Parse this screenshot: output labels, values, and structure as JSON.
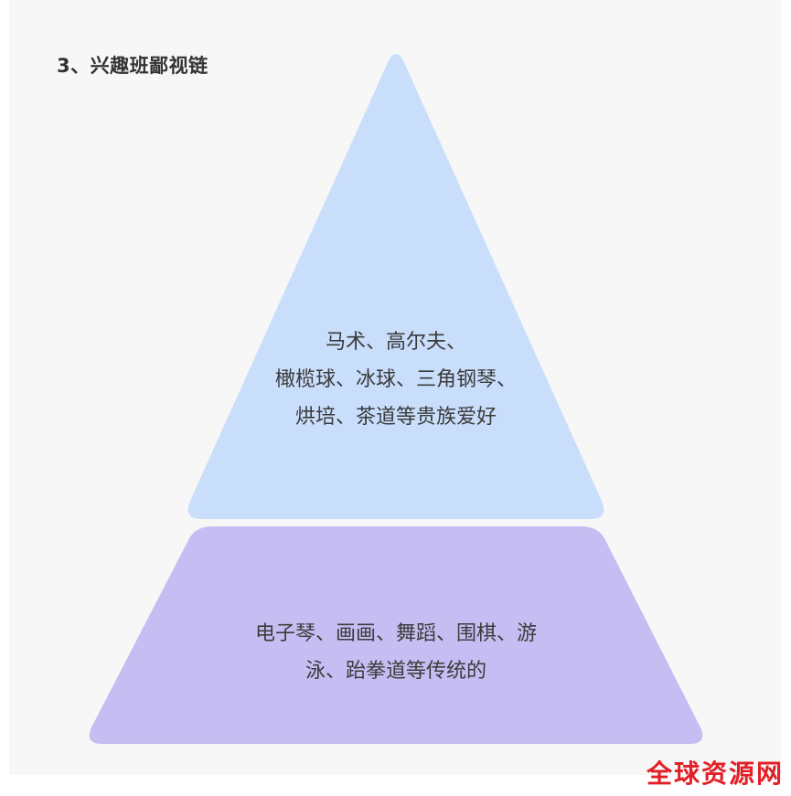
{
  "heading": "3、兴趣班鄙视链",
  "colors": {
    "panel_background": "#f7f7f7",
    "top_tier": "#c9defb",
    "bottom_tier": "#c6bdf2",
    "text": "#3b3b3b",
    "watermark": "#e21f26"
  },
  "pyramid": {
    "top_tier": {
      "lines": [
        "马术、高尔夫、",
        "橄榄球、冰球、三角钢琴、",
        "烘培、茶道等贵族爱好"
      ]
    },
    "bottom_tier": {
      "lines": [
        "电子琴、画画、舞蹈、围棋、游",
        "泳、跆拳道等传统的"
      ]
    }
  },
  "watermark": "全球资源网"
}
